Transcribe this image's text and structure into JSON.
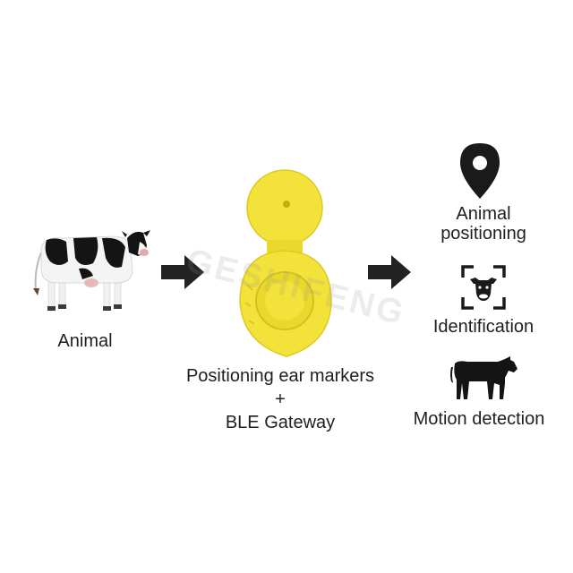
{
  "colors": {
    "tag_yellow": "#f3e23a",
    "tag_shadow": "#d9c622",
    "arrow": "#222222",
    "icon": "#1a1a1a",
    "cow_black": "#141414",
    "cow_white": "#f4f4f4"
  },
  "left": {
    "icon": "holstein-cow-image",
    "label": "Animal"
  },
  "center": {
    "icon": "yellow-ear-tag-image",
    "line1": "Positioning ear markers",
    "plus": "+",
    "line2": "BLE Gateway",
    "watermark": "GESHIFENG"
  },
  "arrows": {
    "icon": "right-arrow-icon"
  },
  "right": {
    "items": [
      {
        "icon": "location-pin-icon",
        "label_line1": "Animal",
        "label_line2": "positioning"
      },
      {
        "icon": "cow-face-scan-icon",
        "label": "Identification"
      },
      {
        "icon": "cow-silhouette-icon",
        "label": "Motion detection"
      }
    ]
  }
}
